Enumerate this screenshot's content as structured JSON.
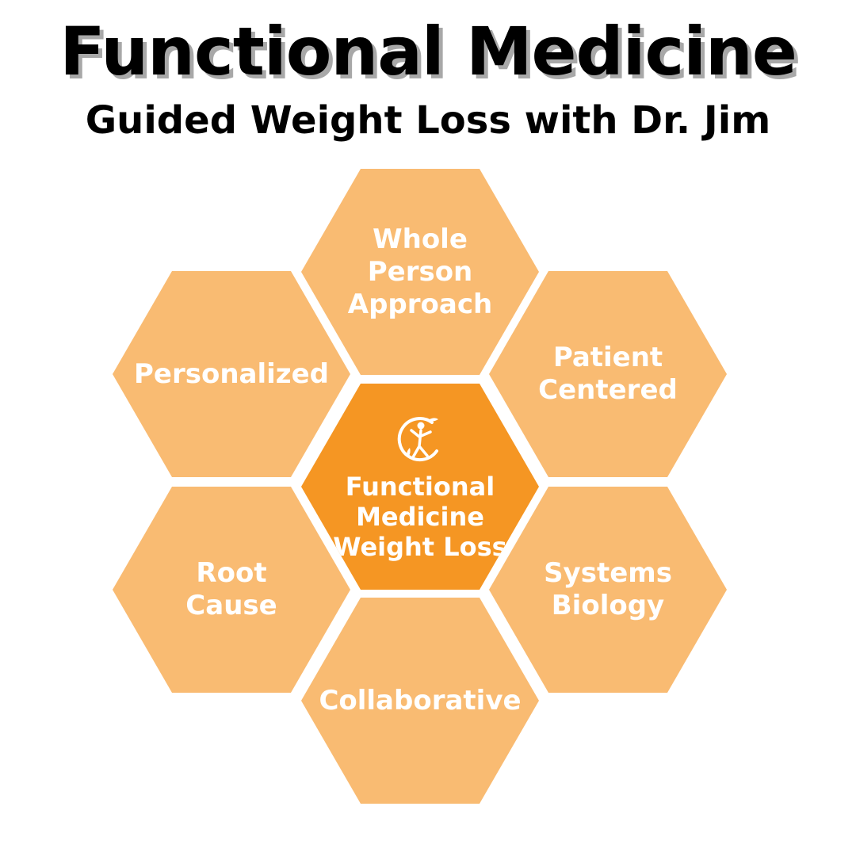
{
  "header": {
    "title": "Functional Medicine",
    "subtitle": "Guided Weight Loss with Dr. Jim"
  },
  "diagram": {
    "center": {
      "label": "Functional\nMedicine\nWeight Loss",
      "icon": "leaf-figure-logo-icon"
    },
    "hexagons": [
      {
        "id": "whole-person",
        "label": "Whole\nPerson\nApproach"
      },
      {
        "id": "personalized",
        "label": "Personalized"
      },
      {
        "id": "patient-centered",
        "label": "Patient\nCentered"
      },
      {
        "id": "root-cause",
        "label": "Root\nCause"
      },
      {
        "id": "systems-biology",
        "label": "Systems\nBiology"
      },
      {
        "id": "collaborative",
        "label": "Collaborative"
      }
    ]
  },
  "colors": {
    "outer_hex": "#f9bb72",
    "center_hex": "#f59623",
    "hex_text": "#ffffff",
    "title_text": "#000000",
    "title_shadow": "#a8a8a8"
  }
}
